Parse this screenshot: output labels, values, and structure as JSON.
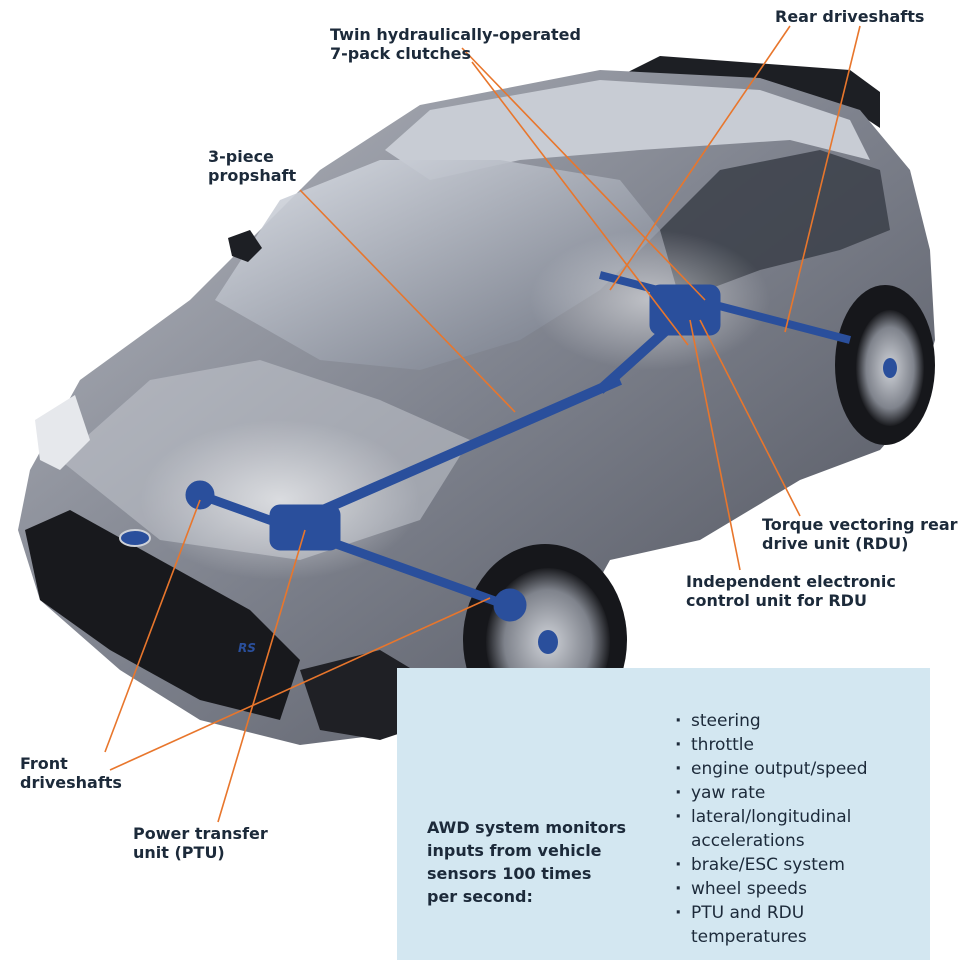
{
  "labels": {
    "twin_clutches": [
      "Twin hydraulically-operated",
      "7-pack clutches"
    ],
    "rear_driveshafts": [
      "Rear driveshafts"
    ],
    "propshaft": [
      "3-piece",
      "propshaft"
    ],
    "torque_vectoring": [
      "Torque vectoring rear",
      "drive unit (RDU)"
    ],
    "ecu": [
      "Independent electronic",
      "control unit for RDU"
    ],
    "front_driveshafts": [
      "Front",
      "driveshafts"
    ],
    "ptu": [
      "Power transfer",
      "unit (PTU)"
    ]
  },
  "panel": {
    "title": [
      "AWD system monitors",
      "inputs from vehicle",
      "sensors 100 times",
      "per second:"
    ],
    "inputs": [
      [
        "steering"
      ],
      [
        "throttle"
      ],
      [
        "engine output/speed"
      ],
      [
        "yaw rate"
      ],
      [
        "lateral/longitudinal",
        "accelerations"
      ],
      [
        "brake/ESC system"
      ],
      [
        "wheel speeds"
      ],
      [
        "PTU and RDU",
        "temperatures"
      ]
    ]
  },
  "colors": {
    "callout_line": "#e8762c",
    "label_text": "#1c2a3a",
    "panel_bg": "#d3e7f1",
    "car_body": "#8a8d96",
    "drivetrain": "#2a4f9c"
  },
  "icons": {
    "car": "car-illustration",
    "brand": "ford-oval-badge",
    "badge": "rs-badge"
  }
}
